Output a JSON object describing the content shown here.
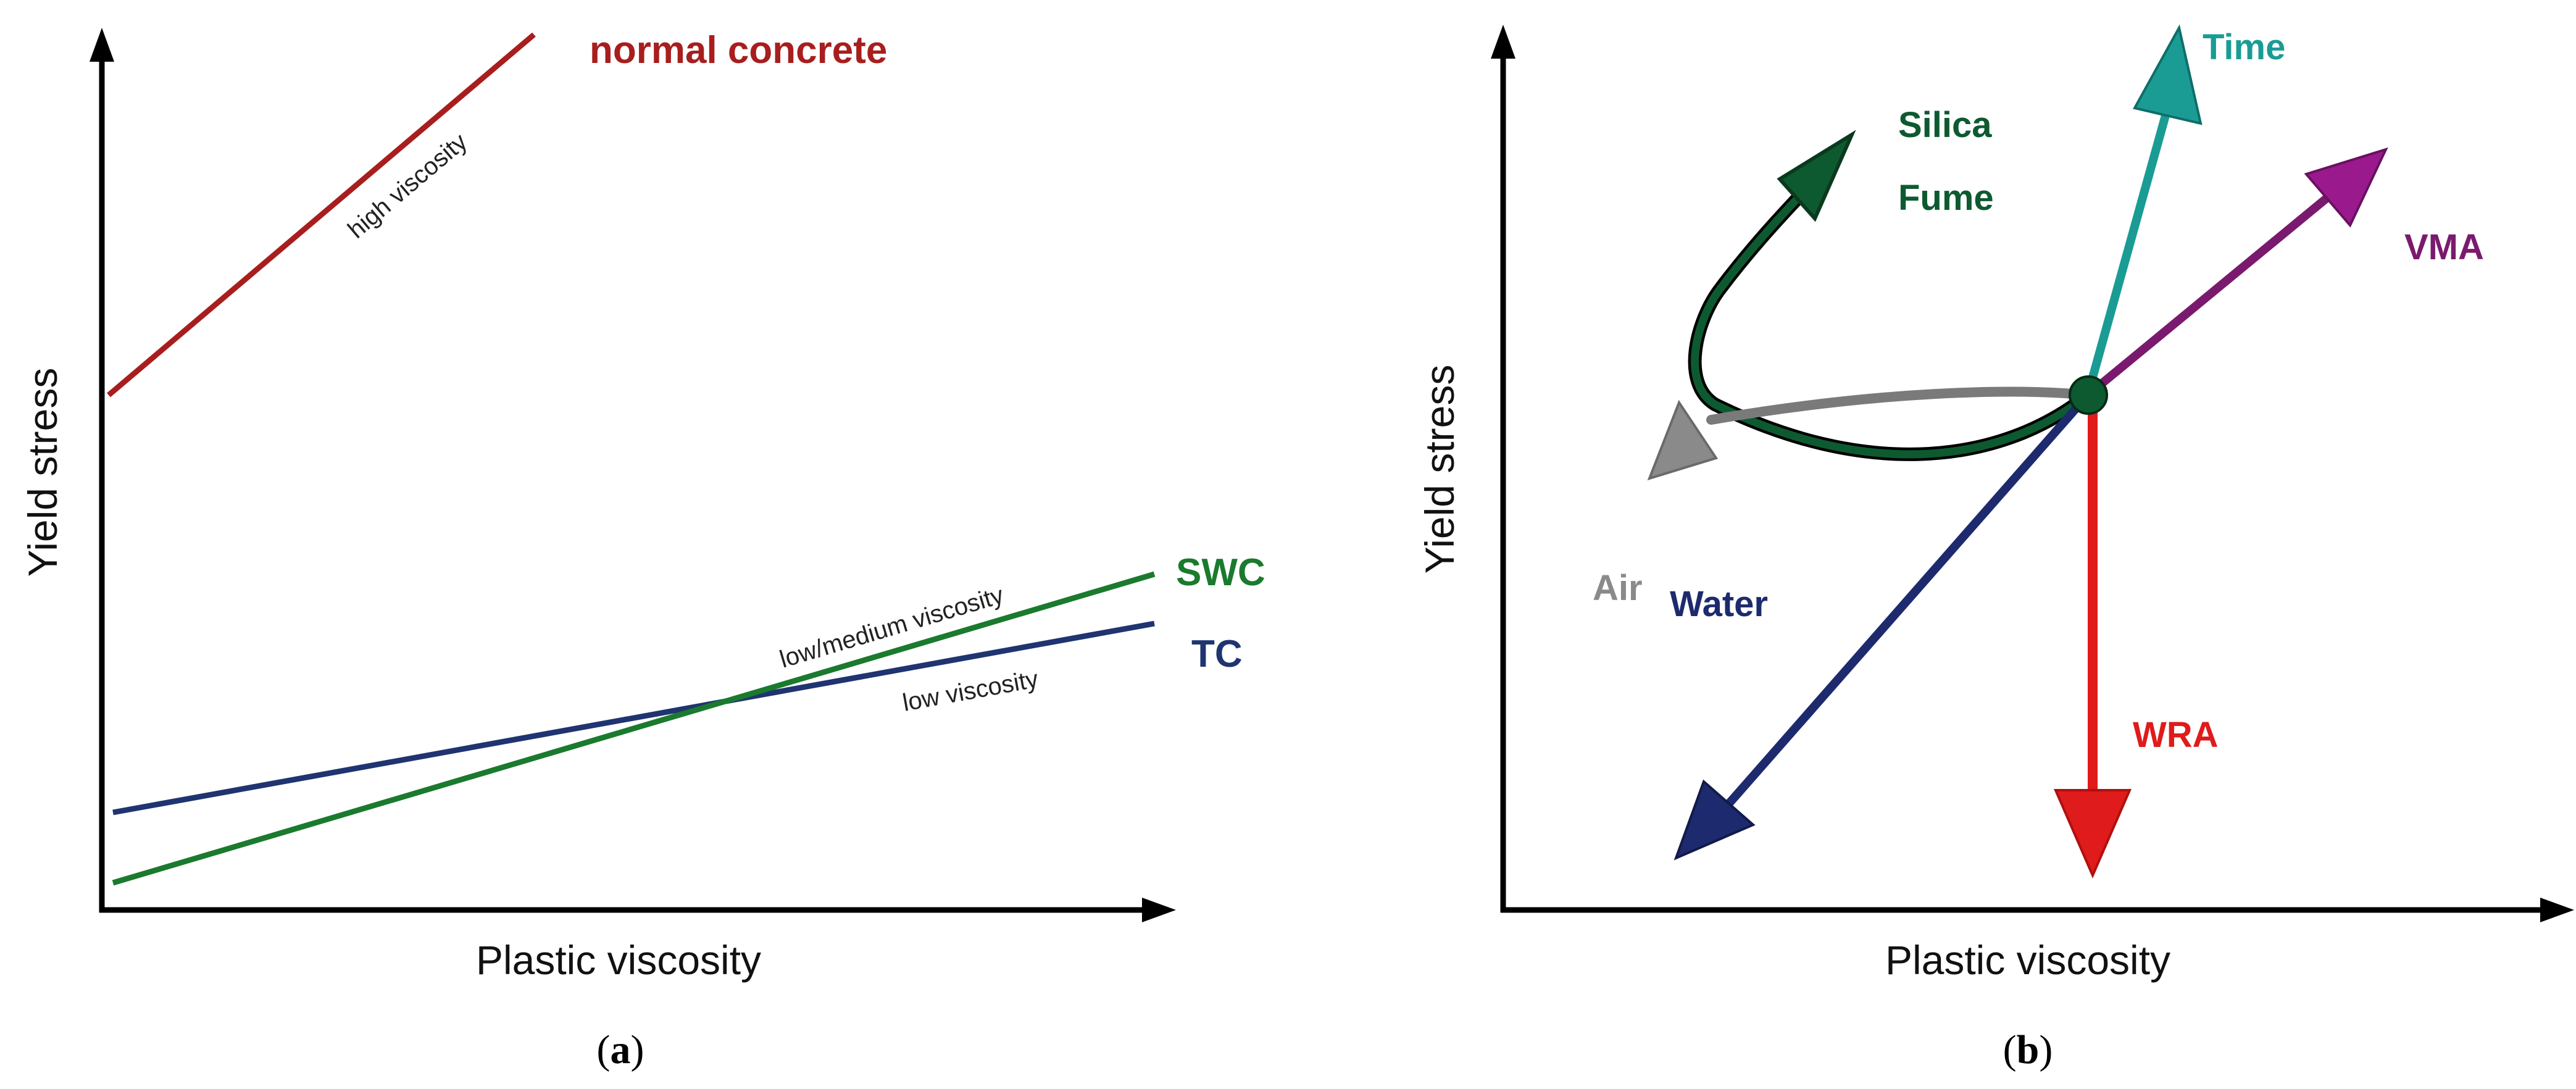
{
  "panel_a": {
    "x_axis_label": "Plastic viscosity",
    "y_axis_label": "Yield stress",
    "caption_open": "(",
    "caption_letter": "a",
    "caption_close": ")",
    "lines": [
      {
        "name": "normal concrete",
        "annotation": "high viscosity",
        "color": "#a81e1e"
      },
      {
        "name": "SWC",
        "annotation": "low/medium viscosity",
        "color": "#1a7a2e"
      },
      {
        "name": "TC",
        "annotation": "low viscosity",
        "color": "#1f3470"
      }
    ]
  },
  "panel_b": {
    "x_axis_label": "Plastic viscosity",
    "y_axis_label": "Yield stress",
    "caption_open": "(",
    "caption_letter": "b",
    "caption_close": ")",
    "factors": [
      {
        "label": "Time",
        "color": "#1a9c94"
      },
      {
        "label": "VMA",
        "color": "#7a1a6e"
      },
      {
        "label_line1": "Silica",
        "label_line2": "Fume",
        "color": "#0e5a30"
      },
      {
        "label": "Air",
        "color": "#8a8a8a"
      },
      {
        "label": "Water",
        "color": "#1e2a6e"
      },
      {
        "label": "WRA",
        "color": "#e01b1b"
      }
    ],
    "origin_color": "#0e5a30"
  }
}
